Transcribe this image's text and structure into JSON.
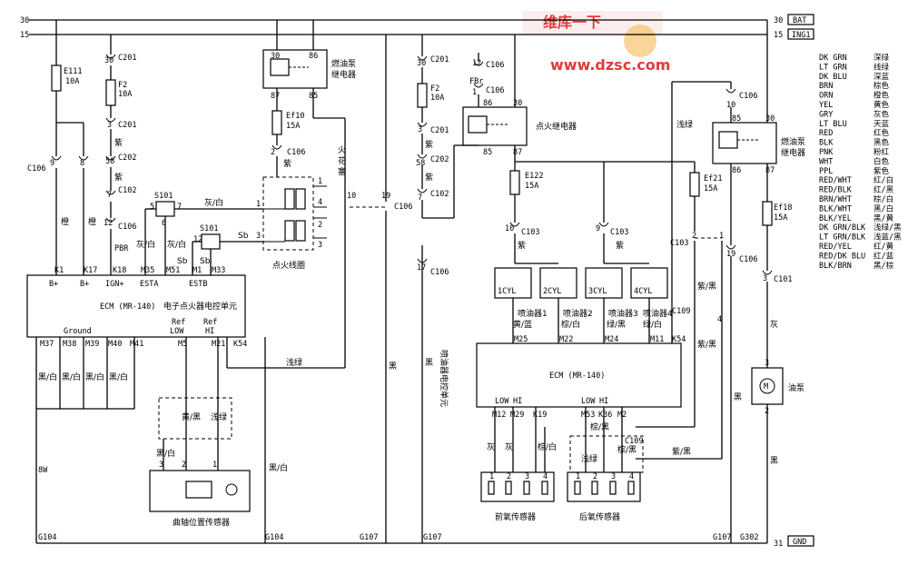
{
  "rails": {
    "r30": "30",
    "r15": "15",
    "r31": "31",
    "bat": "BAT",
    "ing": "ING1",
    "gnd": "GND"
  },
  "watermark": {
    "site": "www.dzsc.com",
    "brand": "维库一下"
  },
  "fuses": {
    "e111": "E111",
    "e111_a": "10A",
    "f2a": "F2",
    "f2a_a": "10A",
    "ef10": "Ef10",
    "ef10_a": "15A",
    "f2b": "F2",
    "f2b_a": "10A",
    "e122": "E122",
    "e122_a": "15A",
    "ef21": "Ef21",
    "ef21_a": "15A",
    "ef18": "Ef18",
    "ef18_a": "15A"
  },
  "connectors": {
    "c201": "C201",
    "c202": "C202",
    "c102": "C102",
    "c106": "C106",
    "c103": "C103",
    "c101": "C101",
    "c109": "C109",
    "p30": "30",
    "p3": "3",
    "p58": "58",
    "p7": "7",
    "p12": "12",
    "p9": "9",
    "p8": "8",
    "p2": "2",
    "p1": "1",
    "p10": "10",
    "p19": "19",
    "p17": "17",
    "p4": "4",
    "p5": "5",
    "p6": "6"
  },
  "relays": {
    "fuel_pump_a": "燃油泵",
    "fuel_pump_b": "继电器",
    "ign_relay": "点火继电器",
    "pins": {
      "p30": "30",
      "p86": "86",
      "p87": "87",
      "p85": "85"
    }
  },
  "wires": {
    "cheng": "橙",
    "zi": "紫",
    "pbr": "PBR",
    "fbr": "FBr",
    "gray_white": "灰/白",
    "sb": "Sb",
    "light_green": "浅绿",
    "black": "黑",
    "black_white": "黑/白",
    "yellow_black": "黄/黑",
    "purple_black": "紫/黑",
    "gray": "灰",
    "brown_black": "棕/黑",
    "brown_white": "棕/白",
    "w8": "8W"
  },
  "ecm1": {
    "title": "ECM (MR-140)",
    "subtitle": "电子点火器电控单元",
    "b1": "B+",
    "b2": "B+",
    "ign": "IGN+",
    "esta": "ESTA",
    "estb": "ESTB",
    "k1": "K1",
    "k17": "K17",
    "k18": "K18",
    "m35": "M35",
    "m51": "M51",
    "m1": "M1",
    "m33": "M33",
    "ground": "Ground",
    "ref_low": "Ref",
    "low": "LOW",
    "ref_hi": "Ref",
    "hi": "HI",
    "m37": "M37",
    "m38": "M38",
    "m39": "M39",
    "m40": "M40",
    "m41": "M41",
    "m5": "M5",
    "m21": "M21",
    "k54": "K54"
  },
  "s101": "S101",
  "ignition_coil": {
    "label": "点火线圈",
    "spark_a": "火",
    "spark_b": "花",
    "spark_c": "塞",
    "n1": "1",
    "n2": "2",
    "n3": "3",
    "n4": "4"
  },
  "crank_sensor": "曲轴位置传感器",
  "injectors": [
    {
      "name": "1CYL",
      "label": "喷油器1",
      "color": "黄/蓝",
      "pin": "M25"
    },
    {
      "name": "2CYL",
      "label": "喷油器2",
      "color": "棕/白",
      "pin": "M22"
    },
    {
      "name": "3CYL",
      "label": "喷油器3",
      "color": "绿/黑",
      "pin": "M24"
    },
    {
      "name": "4CYL",
      "label": "喷油器4",
      "color": "绿/白",
      "pin": "M11"
    }
  ],
  "ecm2": {
    "title": "ECM (MR-140)",
    "side_label": "喷油器电控单元",
    "low_a": "LOW",
    "hi_a": "HI",
    "low_b": "LOW",
    "hi_b": "HI",
    "m12": "M12",
    "m29": "M29",
    "k19": "K19",
    "m53": "M53",
    "k36": "K36",
    "m2": "M2",
    "k54": "K54"
  },
  "o2": {
    "front": "前氧传感器",
    "rear": "后氧传感器"
  },
  "fuel_pump": "油泵",
  "grounds": {
    "g104a": "G104",
    "g104b": "G104",
    "g107a": "G107",
    "g107b": "G107",
    "g107c": "G107",
    "g302": "G302"
  },
  "legend": [
    [
      "DK GRN",
      "深绿"
    ],
    [
      "LT GRN",
      "线绿"
    ],
    [
      "DK BLU",
      "深蓝"
    ],
    [
      "BRN",
      "棕色"
    ],
    [
      "ORN",
      "橙色"
    ],
    [
      "YEL",
      "黄色"
    ],
    [
      "GRY",
      "灰色"
    ],
    [
      "LT BLU",
      "天蓝"
    ],
    [
      "RED",
      "红色"
    ],
    [
      "BLK",
      "黑色"
    ],
    [
      "PNK",
      "粉红"
    ],
    [
      "WHT",
      "白色"
    ],
    [
      "PPL",
      "紫色"
    ],
    [
      "RED/WHT",
      "红/白"
    ],
    [
      "RED/BLK",
      "红/黑"
    ],
    [
      "BRN/WHT",
      "棕/白"
    ],
    [
      "BLK/WHT",
      "黑/白"
    ],
    [
      "BLK/YEL",
      "黑/黄"
    ],
    [
      "DK GRN/BLK",
      "浅绿/黑"
    ],
    [
      "LT GRN/BLK",
      "浅蓝/黑"
    ],
    [
      "RED/YEL",
      "红/黄"
    ],
    [
      "RED/DK BLU",
      "红/蓝"
    ],
    [
      "BLK/BRN",
      "黑/棕"
    ]
  ]
}
